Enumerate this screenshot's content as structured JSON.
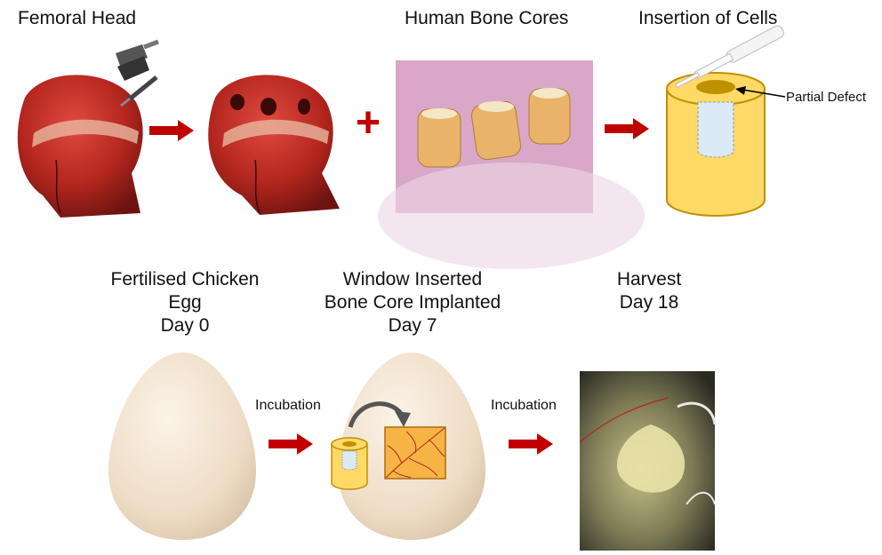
{
  "labels": {
    "femoral_head": "Femoral Head",
    "human_bone_cores": "Human Bone Cores",
    "insertion_of_cells": "Insertion of Cells",
    "partial_defect": "Partial Defect",
    "plus": "+"
  },
  "stages": [
    {
      "line1": "Fertilised Chicken",
      "line2": "Egg",
      "line3": "Day 0"
    },
    {
      "line1": "Window Inserted",
      "line2": "Bone Core Implanted",
      "line3": "Day 7"
    },
    {
      "line1": "Harvest",
      "line2": "Day 18"
    }
  ],
  "steps": {
    "incubation_1": "Incubation",
    "incubation_2": "Incubation"
  },
  "colors": {
    "arrow_red": "#c00000",
    "bone_yellow": "#ffd966",
    "bone_outline": "#bf9000",
    "egg_shell": "#f2e3cf",
    "tissue_red": "#b3261e"
  }
}
